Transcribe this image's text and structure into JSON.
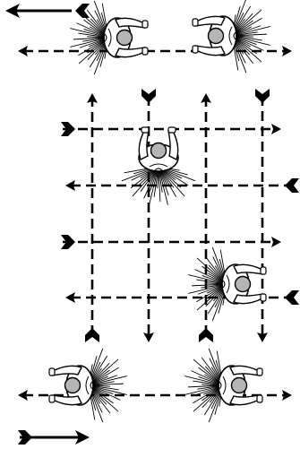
{
  "diagram": {
    "kind": "movement-drill",
    "style": {
      "line_color": "#000000",
      "figure_fill": "#ffffff",
      "head_fill": "#b5b5b5",
      "background": "#ffffff"
    },
    "vertical_lanes": [
      {
        "id": "lane-a",
        "direction": "up"
      },
      {
        "id": "lane-b",
        "direction": "down"
      },
      {
        "id": "lane-c",
        "direction": "up"
      },
      {
        "id": "lane-d",
        "direction": "down"
      }
    ],
    "horizontal_lanes": [
      {
        "id": "row-1",
        "direction": "right"
      },
      {
        "id": "row-2",
        "direction": "left"
      },
      {
        "id": "row-3",
        "direction": "right"
      },
      {
        "id": "row-4",
        "direction": "left"
      }
    ],
    "outer_lanes": [
      {
        "id": "top",
        "direction": "both"
      },
      {
        "id": "bottom",
        "direction": "both"
      }
    ],
    "legend_arrows": [
      {
        "id": "top-left",
        "direction": "left"
      },
      {
        "id": "bottom-left",
        "direction": "right"
      }
    ],
    "figures": [
      {
        "id": "top-left",
        "facing": "right"
      },
      {
        "id": "top-right",
        "facing": "left"
      },
      {
        "id": "center",
        "facing": "up"
      },
      {
        "id": "mid-right",
        "facing": "right"
      },
      {
        "id": "bottom-left",
        "facing": "left"
      },
      {
        "id": "bottom-right",
        "facing": "right"
      }
    ]
  }
}
